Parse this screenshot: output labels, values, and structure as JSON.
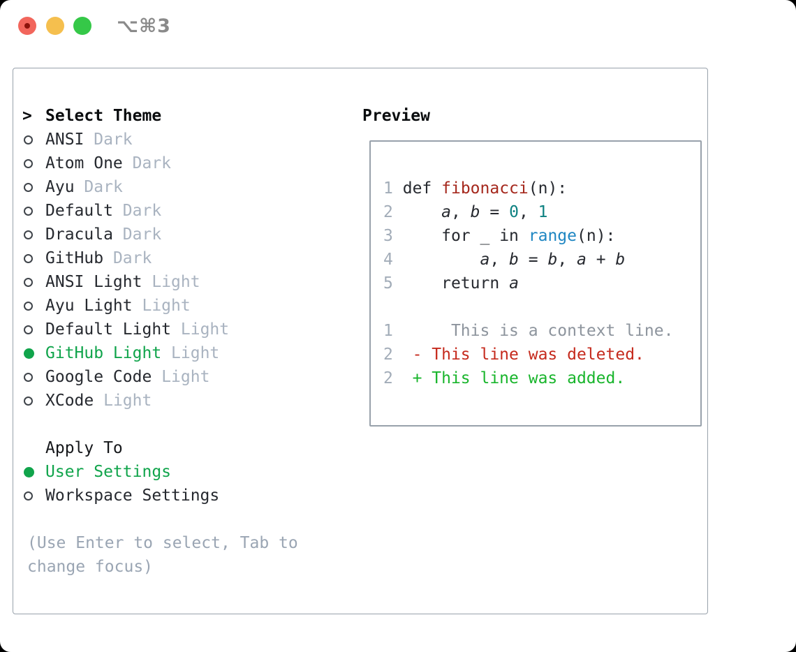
{
  "window": {
    "title": "⌥⌘3",
    "traffic_lights": {
      "close": "red",
      "minimize": "yellow",
      "zoom": "green"
    }
  },
  "theme_list": {
    "cursor": ">",
    "header": "Select Theme",
    "items": [
      {
        "name": "ANSI",
        "tag": "Dark",
        "selected": false
      },
      {
        "name": "Atom One",
        "tag": "Dark",
        "selected": false
      },
      {
        "name": "Ayu",
        "tag": "Dark",
        "selected": false
      },
      {
        "name": "Default",
        "tag": "Dark",
        "selected": false
      },
      {
        "name": "Dracula",
        "tag": "Dark",
        "selected": false
      },
      {
        "name": "GitHub",
        "tag": "Dark",
        "selected": false
      },
      {
        "name": "ANSI Light",
        "tag": "Light",
        "selected": false
      },
      {
        "name": "Ayu Light",
        "tag": "Light",
        "selected": false
      },
      {
        "name": "Default Light",
        "tag": "Light",
        "selected": false
      },
      {
        "name": "GitHub Light",
        "tag": "Light",
        "selected": true
      },
      {
        "name": "Google Code",
        "tag": "Light",
        "selected": false
      },
      {
        "name": "XCode",
        "tag": "Light",
        "selected": false
      }
    ]
  },
  "apply_to": {
    "header": "Apply To",
    "options": [
      {
        "label": "User Settings",
        "selected": true
      },
      {
        "label": "Workspace Settings",
        "selected": false
      }
    ]
  },
  "help_text": "(Use Enter to select, Tab to change focus)",
  "preview": {
    "header": "Preview",
    "code_lines": [
      {
        "num": "1",
        "segs": [
          {
            "t": " ",
            "c": "p"
          },
          {
            "t": "def",
            "c": "k"
          },
          {
            "t": " ",
            "c": "p"
          },
          {
            "t": "fibonacci",
            "c": "fn"
          },
          {
            "t": "(n):",
            "c": "p"
          }
        ]
      },
      {
        "num": "2",
        "segs": [
          {
            "t": "     ",
            "c": "p"
          },
          {
            "t": "a",
            "c": "v"
          },
          {
            "t": ", ",
            "c": "p"
          },
          {
            "t": "b",
            "c": "v"
          },
          {
            "t": " = ",
            "c": "p"
          },
          {
            "t": "0",
            "c": "n"
          },
          {
            "t": ", ",
            "c": "p"
          },
          {
            "t": "1",
            "c": "n"
          }
        ]
      },
      {
        "num": "3",
        "segs": [
          {
            "t": "     ",
            "c": "p"
          },
          {
            "t": "for",
            "c": "k"
          },
          {
            "t": " _ ",
            "c": "p"
          },
          {
            "t": "in",
            "c": "k"
          },
          {
            "t": " ",
            "c": "p"
          },
          {
            "t": "range",
            "c": "b"
          },
          {
            "t": "(n):",
            "c": "p"
          }
        ]
      },
      {
        "num": "4",
        "segs": [
          {
            "t": "         ",
            "c": "p"
          },
          {
            "t": "a",
            "c": "v"
          },
          {
            "t": ", ",
            "c": "p"
          },
          {
            "t": "b",
            "c": "v"
          },
          {
            "t": " = ",
            "c": "p"
          },
          {
            "t": "b",
            "c": "v"
          },
          {
            "t": ", ",
            "c": "p"
          },
          {
            "t": "a",
            "c": "v"
          },
          {
            "t": " + ",
            "c": "p"
          },
          {
            "t": "b",
            "c": "v"
          }
        ]
      },
      {
        "num": "5",
        "segs": [
          {
            "t": "     ",
            "c": "p"
          },
          {
            "t": "return",
            "c": "k"
          },
          {
            "t": " ",
            "c": "p"
          },
          {
            "t": "a",
            "c": "v"
          }
        ]
      }
    ],
    "diff_lines": [
      {
        "num": "1",
        "gap": "      ",
        "mark": "",
        "text": "This is a context line.",
        "kind": "ctx"
      },
      {
        "num": "2",
        "gap": "  ",
        "mark": "- ",
        "text": "This line was deleted.",
        "kind": "del"
      },
      {
        "num": "2",
        "gap": "  ",
        "mark": "+ ",
        "text": "This line was added.",
        "kind": "add"
      }
    ]
  },
  "colors": {
    "page_bg": "#000000",
    "window_bg": "#ffffff",
    "border_gray": "#98a1ab",
    "title_gray": "#8a8a8a",
    "traffic_red": "#f2665c",
    "traffic_red_dot": "#8c130b",
    "traffic_yellow": "#f5bf4e",
    "traffic_green": "#35c848",
    "ink": "#26292f",
    "tag_gray": "#a9b3c0",
    "line_num": "#a2acb8",
    "ctx_gray": "#8d949d",
    "help_gray": "#9aa5b3",
    "accent_green": "#10a44b",
    "added_green": "#19b52c",
    "func_red": "#a5281d",
    "deleted_red": "#c52a1d",
    "number_teal": "#0d8181",
    "builtin_blue": "#1e86c2"
  }
}
